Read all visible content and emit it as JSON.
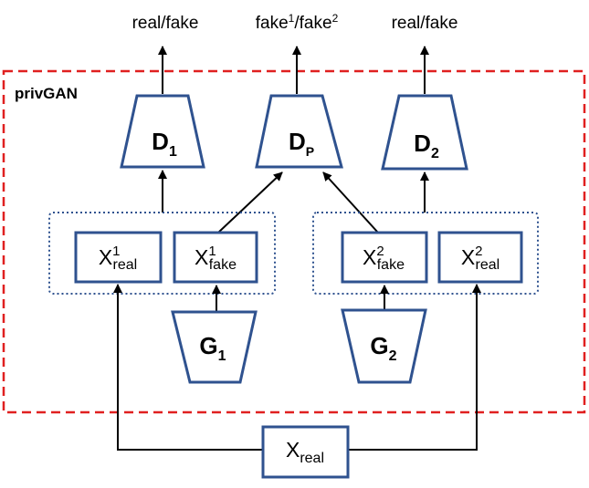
{
  "colors": {
    "frame_red": "#e02020",
    "block_blue": "#2f528f",
    "arrow_black": "#000000"
  },
  "outputs": {
    "left": "real/fake",
    "middle_a": "fake",
    "middle_a_sup": "1",
    "middle_sep": "/fake",
    "middle_b_sup": "2",
    "right": "real/fake"
  },
  "frame_label": "privGAN",
  "discriminators": {
    "d1": {
      "base": "D",
      "sub": "1"
    },
    "dp": {
      "base": "D",
      "sub": "P"
    },
    "d2": {
      "base": "D",
      "sub": "2"
    }
  },
  "generators": {
    "g1": {
      "base": "G",
      "sub": "1"
    },
    "g2": {
      "base": "G",
      "sub": "2"
    }
  },
  "data_boxes": {
    "x1_real": {
      "base": "X",
      "sup": "1",
      "sub": "real"
    },
    "x1_fake": {
      "base": "X",
      "sup": "1",
      "sub": "fake"
    },
    "x2_fake": {
      "base": "X",
      "sup": "2",
      "sub": "fake"
    },
    "x2_real": {
      "base": "X",
      "sup": "2",
      "sub": "real"
    },
    "x_real": {
      "base": "X",
      "sub": "real"
    }
  }
}
